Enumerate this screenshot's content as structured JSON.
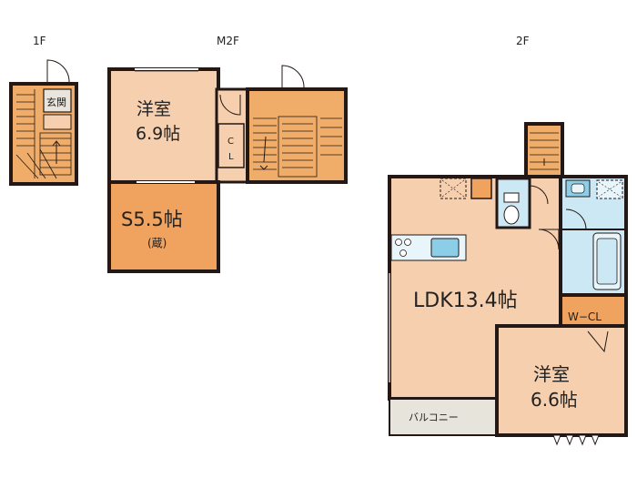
{
  "floors": {
    "f1": "1F",
    "m2f": "M2F",
    "f2": "2F"
  },
  "rooms": {
    "genkan": "玄関",
    "yoshitsu1_name": "洋室",
    "yoshitsu1_size": "6.9帖",
    "closet": "CL",
    "service_room_size": "S5.5帖",
    "service_room_note": "(蔵)",
    "ldk": "LDK13.4帖",
    "walk_in_closet": "W−CL",
    "yoshitsu2_name": "洋室",
    "yoshitsu2_size": "6.6帖",
    "balcony": "バルコニー"
  },
  "colors": {
    "wall": "#231815",
    "room_floor": "#f6cfaf",
    "storage_floor": "#f0a35f",
    "stair_floor": "#f0ad6a",
    "wet_area": "#cde8f5",
    "balcony": "#e7e4dc",
    "kitchen_blue": "#8ccde8"
  }
}
